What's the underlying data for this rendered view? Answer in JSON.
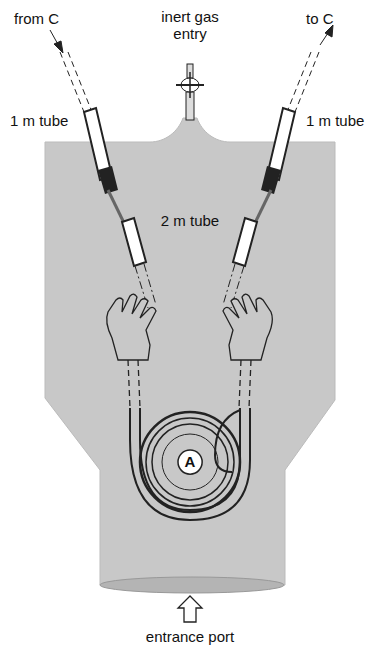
{
  "diagram": {
    "nodes": [
      {
        "text": [
          "A"
        ]
      }
    ],
    "labels": [
      "from C",
      "inert gas entry",
      "to C",
      "1 m tube",
      "1 m tube",
      "2 m tube",
      "entrance port"
    ]
  }
}
